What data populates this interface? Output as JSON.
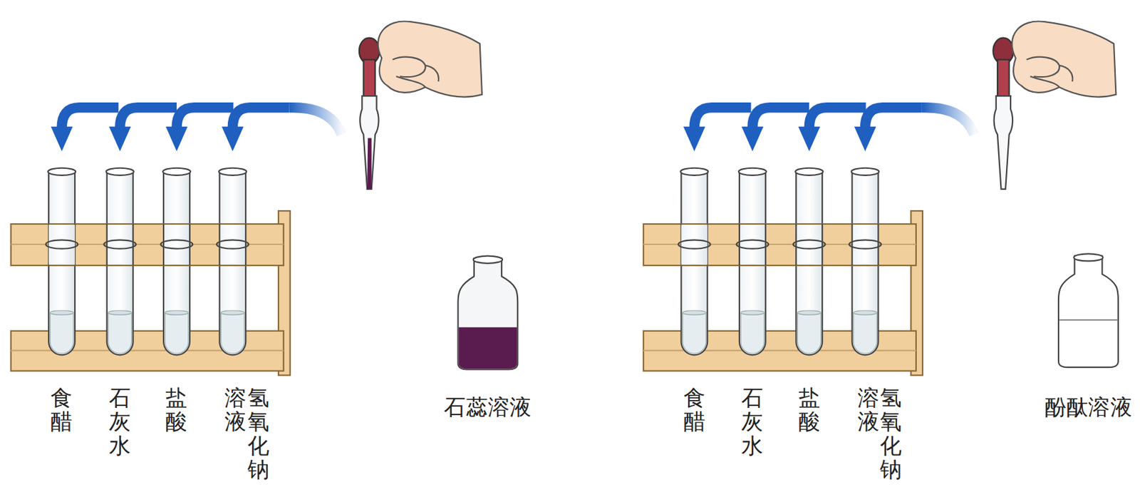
{
  "diagram": {
    "labels": [
      "食醋",
      "石灰水",
      "盐酸",
      "氢氧化钠溶液",
      "石蕊溶液",
      "食醋",
      "石灰水",
      "盐酸",
      "氢氧化钠溶液",
      "酚酞溶液"
    ]
  }
}
